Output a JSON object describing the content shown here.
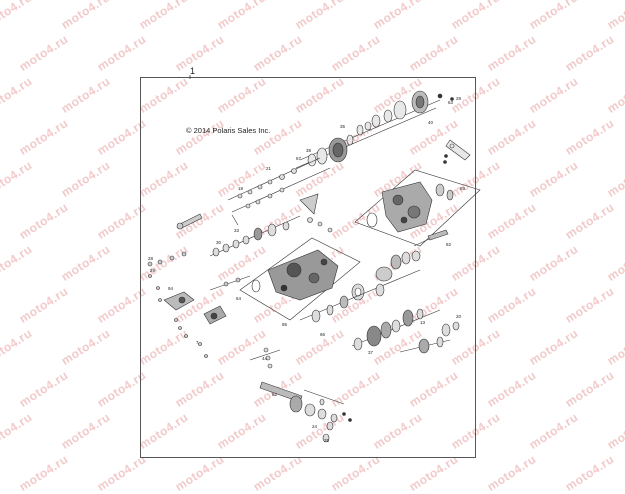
{
  "diagram": {
    "title_number": "1",
    "copyright": "© 2014 Polaris Sales Inc."
  },
  "watermark": {
    "text": "moto4.ru",
    "color": "#f2caca"
  },
  "colors": {
    "line": "#333333",
    "part_fill": "#e8e8e8",
    "dark_part": "#444444"
  }
}
